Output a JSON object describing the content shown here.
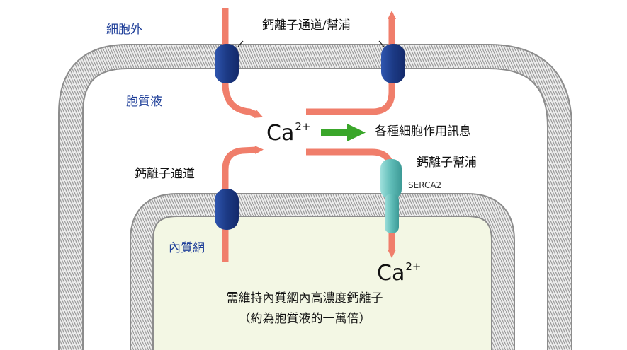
{
  "labels": {
    "extracellular": "細胞外",
    "cytoplasm": "胞質液",
    "er": "內質網",
    "pm_channel_pump": "鈣離子通道/幫浦",
    "er_channel": "鈣離子通道",
    "er_pump": "鈣離子幫浦",
    "serca": "SERCA2",
    "signal": "各種細胞作用訊息",
    "ca_center_base": "Ca",
    "ca_center_sup": "2+",
    "ca_er_base": "Ca",
    "ca_er_sup": "2+",
    "note_line1": "需維持內質網內高濃度鈣離子",
    "note_line2": "（約為胞質液的一萬倍）"
  },
  "colors": {
    "flow_arrow": "#f07e6b",
    "signal_arrow": "#3aa62a",
    "channel": "#1e3f8f",
    "serca_pump": "#6cc4bf",
    "membrane": "#9a9a9a",
    "er_lumen": "#f3f7e4",
    "region_text": "#1f3f99"
  }
}
